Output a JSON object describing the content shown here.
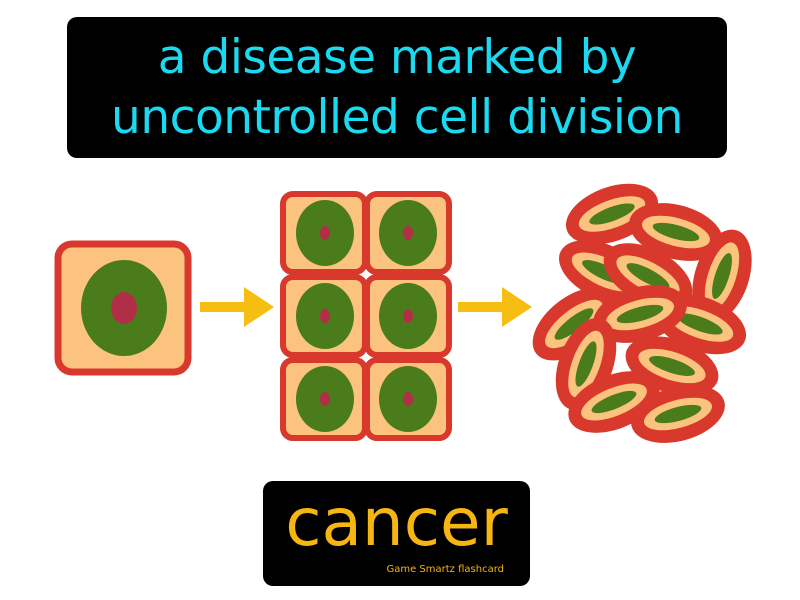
{
  "definition": {
    "line1": "a disease marked by",
    "line2": "uncontrolled cell division"
  },
  "term": "cancer",
  "brand": "Game Smartz flashcard",
  "colors": {
    "definition_text": "#1ad9f0",
    "term_text": "#f7b512",
    "cell_wall": "#d9382c",
    "cytoplasm": "#fbc37e",
    "nucleus": "#4a7c1c",
    "nucleolus": "#b12f46",
    "arrow": "#f7be12"
  },
  "diagram": {
    "stages": [
      "single-cell",
      "dividing-cells",
      "tumor-mass"
    ],
    "arrows": [
      "arrow-1",
      "arrow-2"
    ]
  }
}
